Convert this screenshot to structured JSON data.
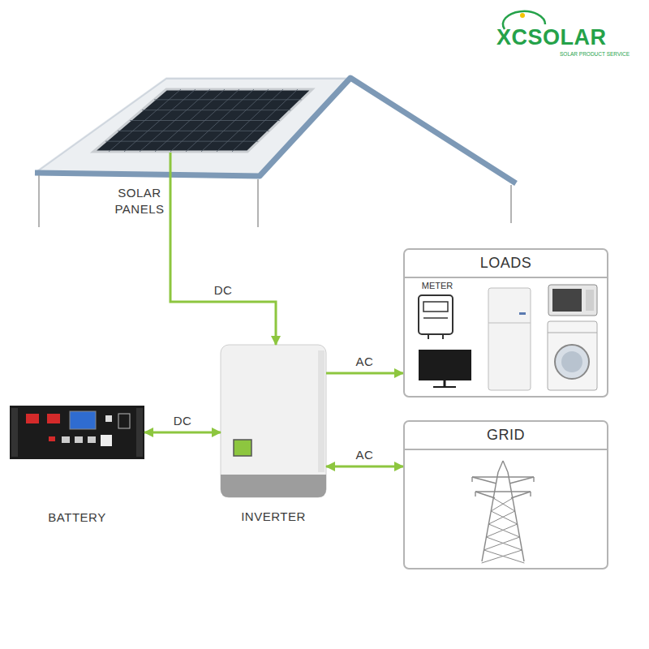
{
  "diagram": {
    "nodes": [
      {
        "text": [
          "SOLAR PANELS"
        ]
      },
      {
        "text": [
          "LOADS"
        ]
      },
      {
        "text": [
          "METER"
        ],
        "in": 1
      },
      {
        "text": [
          "BATTERY"
        ]
      },
      {
        "text": [
          "INVERTER"
        ]
      },
      {
        "text": [
          "GRID"
        ]
      }
    ],
    "edges": [
      {
        "from": 0,
        "to": 4,
        "label": "DC",
        "arrow": "to"
      },
      {
        "from": 4,
        "to": 1,
        "label": "AC",
        "arrow": "to"
      },
      {
        "from": 3,
        "to": 4,
        "label": "DC",
        "arrow": "both"
      },
      {
        "from": 4,
        "to": 5,
        "label": "AC",
        "arrow": "both"
      }
    ],
    "labels": [
      "XCSOLAR",
      "SOLAR PRODUCT SERVICE"
    ]
  }
}
